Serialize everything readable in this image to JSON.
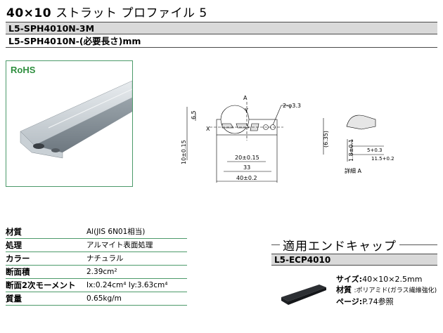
{
  "header": {
    "title_code": "40×10",
    "title_jp": "ストラット プロファイル 5"
  },
  "part_numbers": {
    "fixed": "L5-SPH4010N-3M",
    "cut": "L5-SPH4010N-(必要長さ)mm"
  },
  "photo": {
    "rohs": "RoHS"
  },
  "drawing": {
    "label_a": "A",
    "label_y": "Y",
    "label_x": "X",
    "hole": "2-φ3.3",
    "dim_65": "6.5",
    "dim_10": "10±0.15",
    "dim_20": "20±0.15",
    "dim_33": "33",
    "dim_40": "40±0.2",
    "detail_635": "(6.35)",
    "detail_18": "1.8±0.1",
    "detail_5": "5+0.3",
    "detail_115": "11.5+0.2",
    "detail_label": "詳細 A"
  },
  "specs": [
    {
      "key": "材質",
      "value": "Al(JIS 6N01相当)"
    },
    {
      "key": "処理",
      "value": "アルマイト表面処理"
    },
    {
      "key": "カラー",
      "value": "ナチュラル"
    },
    {
      "key": "断面積",
      "value": "2.39cm²"
    },
    {
      "key": "断面2次モーメント",
      "value": "Ix:0.24cm⁴   Iy:3.63cm⁴"
    },
    {
      "key": "質量",
      "value": "0.65kg/m"
    }
  ],
  "endcap": {
    "title": "適用エンドキャップ",
    "part": "L5-ECP4010",
    "size_key": "サイズ:",
    "size_val": "40×10×2.5mm",
    "material_key": "材質",
    "material_val": ":ポリアミド(ガラス繊維強化)",
    "page_key": "ページ:",
    "page_val": "P.74参照"
  }
}
